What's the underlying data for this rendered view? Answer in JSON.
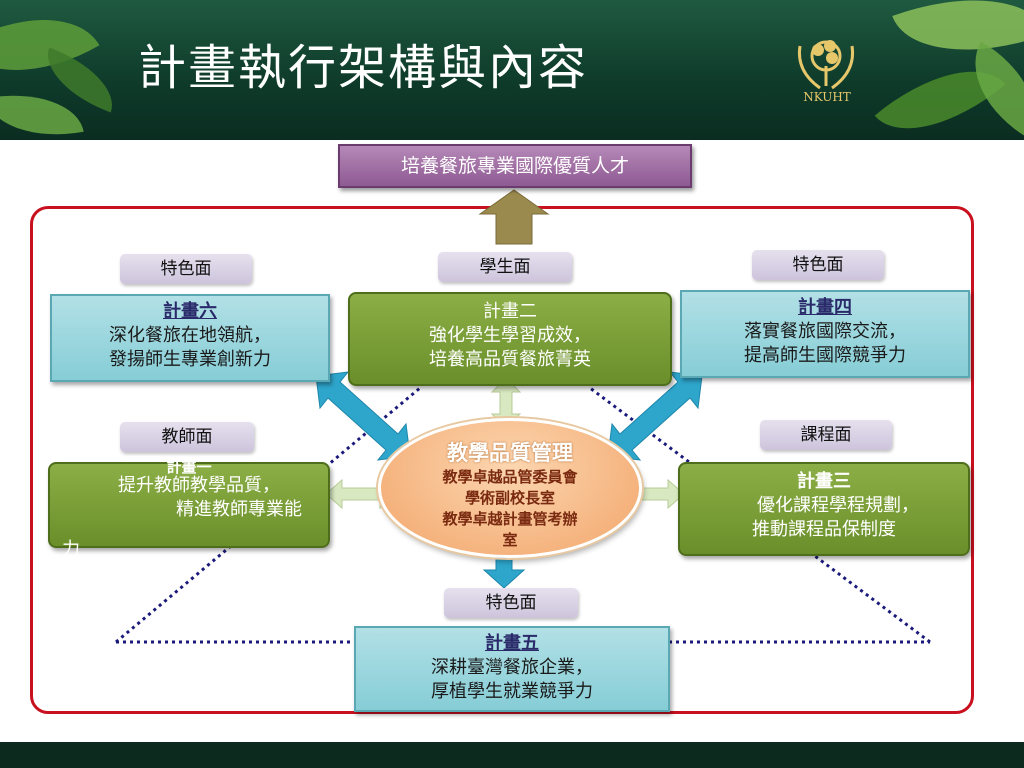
{
  "header": {
    "title": "計畫執行架構與內容",
    "logo_text": "NKUHT"
  },
  "goal": "培養餐旅專業國際優質人才",
  "tags": {
    "feature_left": "特色面",
    "student": "學生面",
    "feature_right": "特色面",
    "teacher": "教師面",
    "course": "課程面",
    "feature_bottom": "特色面"
  },
  "plans": {
    "plan6": {
      "title": "計畫六",
      "line1": "深化餐旅在地領航，",
      "line2": "發揚師生專業創新力"
    },
    "plan2": {
      "title": "計畫二",
      "line1": "強化學生學習成效，",
      "line2": "培養高品質餐旅菁英"
    },
    "plan4": {
      "title": "計畫四",
      "line1": "落實餐旅國際交流，",
      "line2": "提高師生國際競爭力"
    },
    "plan1": {
      "title": "計畫一",
      "line1": "提升教師教學品質，",
      "line2": "精進教師專業能",
      "line3": "力"
    },
    "plan3": {
      "title": "計畫三",
      "line1": "優化課程學程規劃，",
      "line2": "推動課程品保制度"
    },
    "plan5": {
      "title": "計畫五",
      "line1": "深耕臺灣餐旅企業，",
      "line2": "厚植學生就業競爭力"
    }
  },
  "center": {
    "title": "教學品質管理",
    "line1": "教學卓越品管委員會",
    "line2": "學術副校長室",
    "line3": "教學卓越計畫管考辦",
    "line4": "室"
  },
  "colors": {
    "header_green": "#0e3a2a",
    "frame_red": "#c8101e",
    "goal_purple": "#8e5a92",
    "plan_green": "#6a8f2a",
    "plan_teal": "#86cdd6",
    "center_orange": "#f2a56a",
    "arrow_blue": "#2ea6cc",
    "arrow_olive": "#9b8a4e",
    "dotted_navy": "#1a1a7a"
  }
}
